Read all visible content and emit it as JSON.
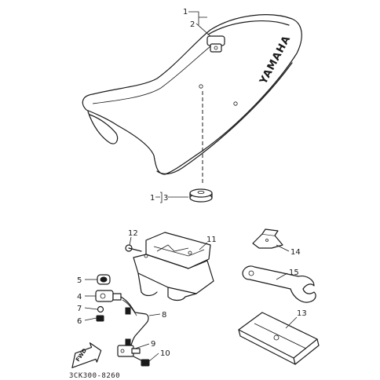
{
  "brand_text": "YAMAHA",
  "figure_code": "3CK300-8260",
  "fwd_label": "FWD",
  "callouts": [
    {
      "id": "1a",
      "label": "1"
    },
    {
      "id": "2",
      "label": "2"
    },
    {
      "id": "1b",
      "label": "1"
    },
    {
      "id": "3",
      "label": "3"
    },
    {
      "id": "12",
      "label": "12"
    },
    {
      "id": "11",
      "label": "11"
    },
    {
      "id": "14",
      "label": "14"
    },
    {
      "id": "5",
      "label": "5"
    },
    {
      "id": "4",
      "label": "4"
    },
    {
      "id": "7",
      "label": "7"
    },
    {
      "id": "6",
      "label": "6"
    },
    {
      "id": "8",
      "label": "8"
    },
    {
      "id": "15",
      "label": "15"
    },
    {
      "id": "13",
      "label": "13"
    },
    {
      "id": "9",
      "label": "9"
    },
    {
      "id": "10",
      "label": "10"
    }
  ]
}
